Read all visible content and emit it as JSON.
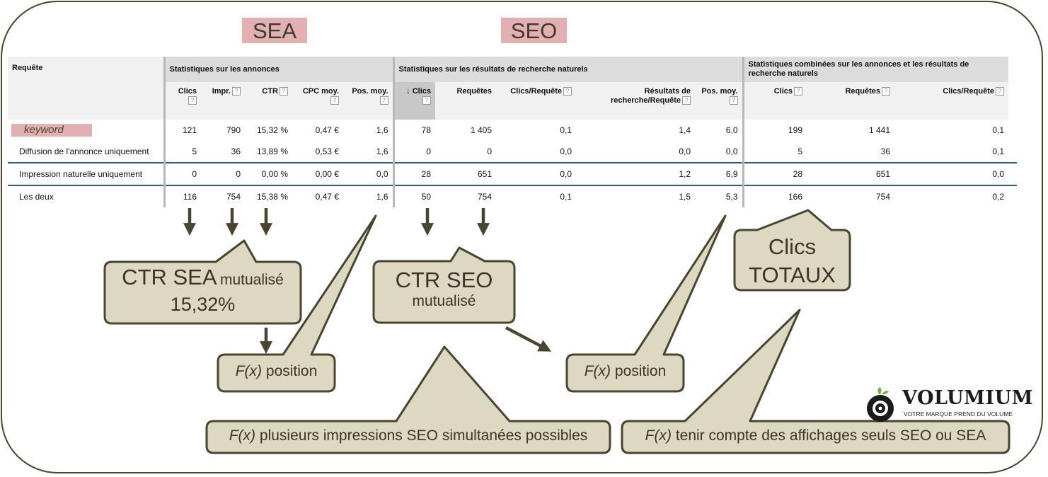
{
  "tags": {
    "sea": "SEA",
    "seo": "SEO"
  },
  "table": {
    "query_header": "Requête",
    "groups": {
      "ads": "Statistiques sur les annonces",
      "organic": "Statistiques sur les résultats de recherche naturels",
      "combined": "Statistiques combinées sur les annonces et les résultats de recherche naturels"
    },
    "columns": {
      "ads": [
        "Clics",
        "Impr.",
        "CTR",
        "CPC moy.",
        "Pos. moy."
      ],
      "organic": [
        "Clics",
        "Requêtes",
        "Clics/Requête",
        "Résultats de recherche/Requête",
        "Pos. moy."
      ],
      "combined": [
        "Clics",
        "Requêtes",
        "Clics/Requête"
      ]
    },
    "sort_indicator": "↓",
    "help_glyph": "?",
    "rows": [
      {
        "label": "keyword",
        "values": [
          "121",
          "790",
          "15,32 %",
          "0,47 €",
          "1,6",
          "78",
          "1 405",
          "0,1",
          "1,4",
          "6,0",
          "199",
          "1 441",
          "0,1"
        ]
      },
      {
        "label": "Diffusion de l'annonce uniquement",
        "values": [
          "5",
          "36",
          "13,89 %",
          "0,53 €",
          "1,6",
          "0",
          "0",
          "0,0",
          "0,0",
          "0,0",
          "5",
          "36",
          "0,1"
        ]
      },
      {
        "label": "Impression naturelle uniquement",
        "values": [
          "0",
          "0",
          "0,00 %",
          "0,00 €",
          "0,0",
          "28",
          "651",
          "0,0",
          "1,2",
          "6,9",
          "28",
          "651",
          "0,0"
        ]
      },
      {
        "label": "Les deux",
        "values": [
          "116",
          "754",
          "15,38 %",
          "0,47 €",
          "1,6",
          "50",
          "754",
          "0,1",
          "1,5",
          "5,3",
          "166",
          "754",
          "0,2"
        ]
      }
    ]
  },
  "callouts": {
    "ctr_sea_big": "CTR SEA",
    "ctr_sea_small": "mutualisé",
    "ctr_sea_value": "15,32%",
    "ctr_seo_big": "CTR SEO",
    "ctr_seo_small": "mutualisé",
    "clics_line1": "Clics",
    "clics_line2": "TOTAUX",
    "fx": "F(x)",
    "position": "position",
    "multi_seo": "plusieurs impressions SEO simultanées possibles",
    "affichages": "tenir compte des affichages seuls SEO ou SEA"
  },
  "logo": {
    "name": "VOLUMIUM",
    "tagline": "VOTRE MARQUE PREND DU VOLUME"
  },
  "colors": {
    "callout_fill": "#ddd8c2",
    "callout_border": "#4a4530",
    "tag_fill": "#e3b0b2",
    "row_separator": "#2e5c90"
  }
}
